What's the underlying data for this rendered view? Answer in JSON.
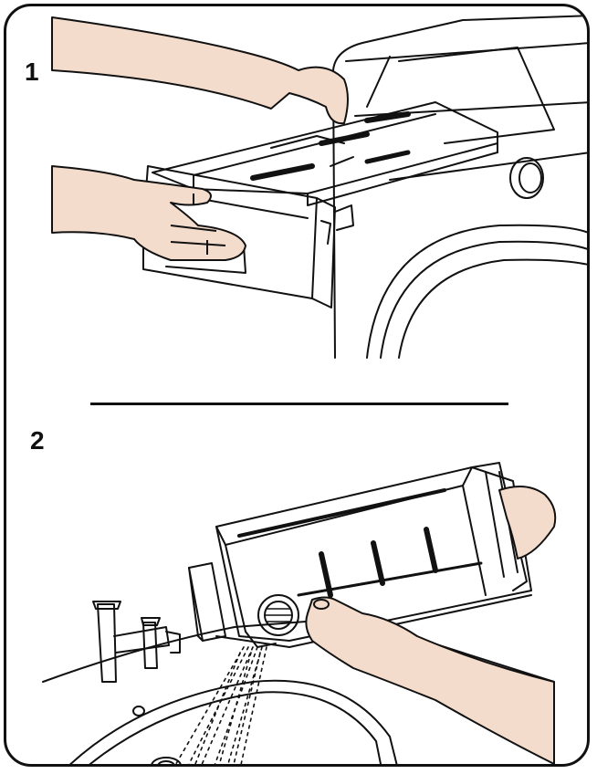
{
  "steps": [
    {
      "number": "1"
    },
    {
      "number": "2"
    }
  ],
  "colors": {
    "outline": "#111111",
    "skin": "#f4dccd",
    "background": "#ffffff"
  },
  "icons": {
    "step1": "remove-detergent-drawer-illustration",
    "step2": "rinse-drawer-under-tap-illustration"
  }
}
